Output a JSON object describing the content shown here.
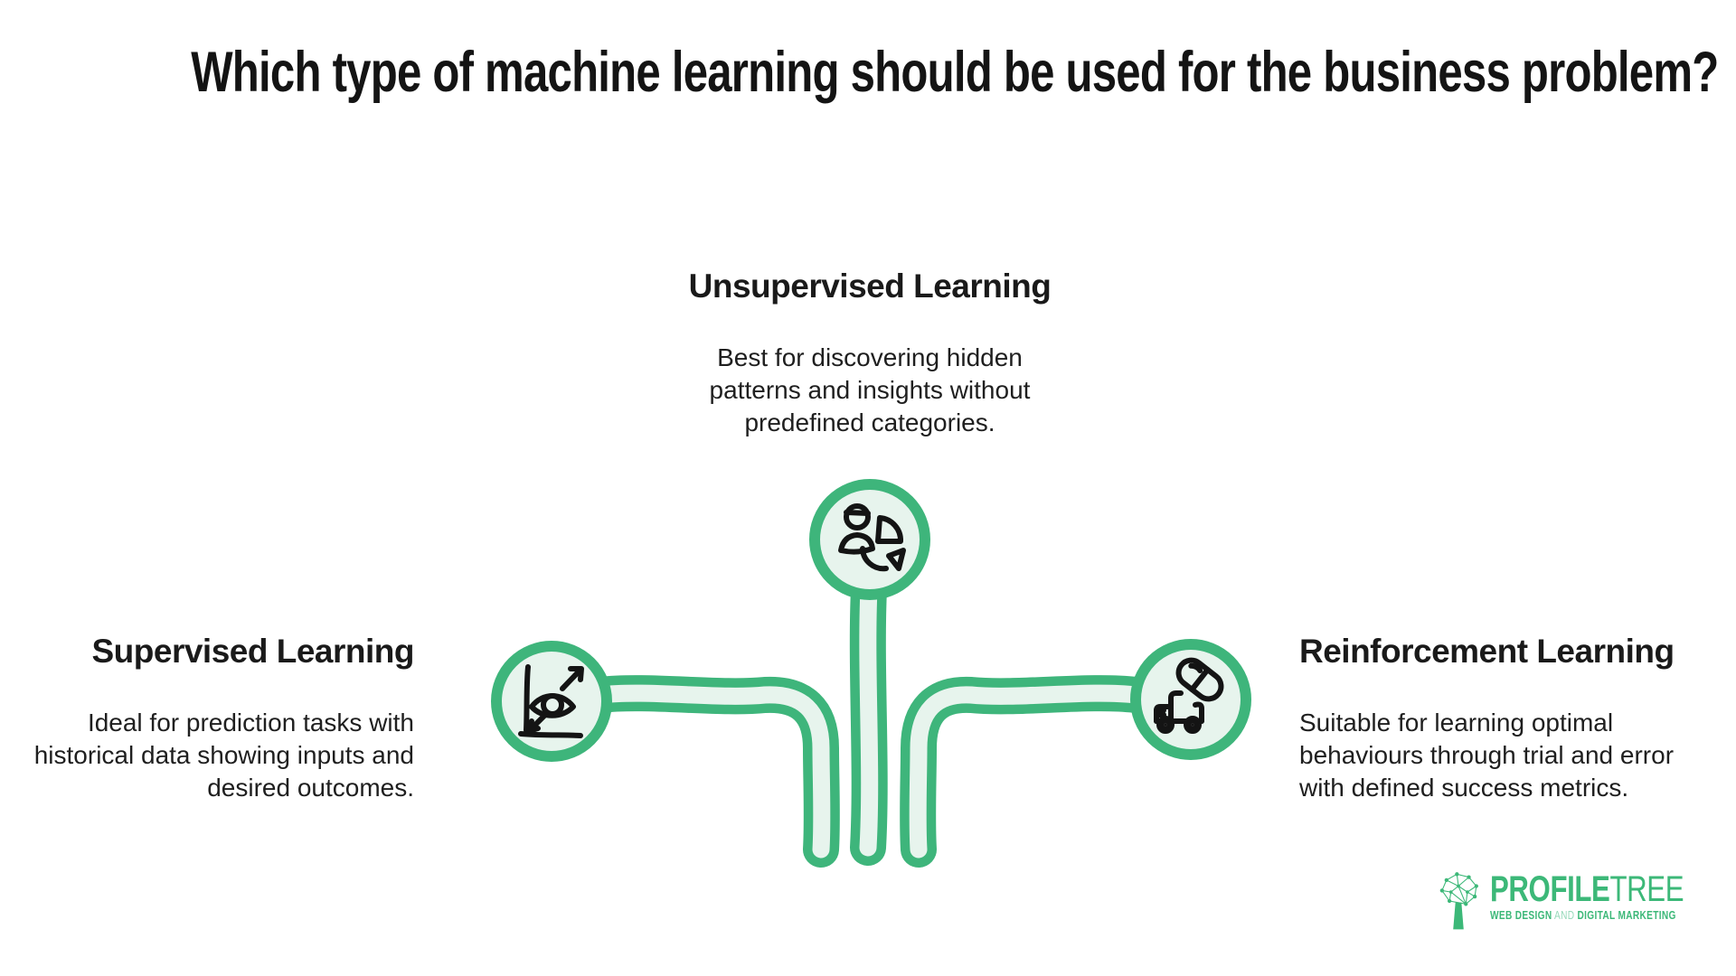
{
  "title": "Which type of machine learning should be used for the business problem?",
  "colors": {
    "accent_green": "#3eb57b",
    "light_green_fill": "#e7f4ed",
    "icon_stroke": "#141414",
    "text": "#1c1c1c",
    "logo_green": "#3cb878"
  },
  "branches": {
    "unsupervised": {
      "heading": "Unsupervised Learning",
      "description": "Best for discovering hidden patterns and insights without predefined categories.",
      "lines": [
        "Best for discovering hidden",
        "patterns and insights without",
        "predefined categories."
      ],
      "icon": "person-pie-chart-icon"
    },
    "supervised": {
      "heading": "Supervised Learning",
      "description": "Ideal for prediction tasks with historical data showing inputs and desired outcomes.",
      "lines": [
        "Ideal for prediction tasks with",
        "historical data showing inputs and",
        "desired outcomes."
      ],
      "icon": "eye-chart-icon"
    },
    "reinforcement": {
      "heading": "Reinforcement Learning",
      "description": "Suitable for learning optimal behaviours through trial and error with defined success metrics.",
      "lines": [
        "Suitable for learning optimal",
        "behaviours through trial and error",
        "with defined success metrics."
      ],
      "icon": "truck-capsule-icon"
    }
  },
  "logo": {
    "name_bold": "PROFILE",
    "name_light": "TREE",
    "tagline_web": "WEB DESIGN",
    "tagline_and": " AND ",
    "tagline_dm": "DIGITAL MARKETING"
  }
}
